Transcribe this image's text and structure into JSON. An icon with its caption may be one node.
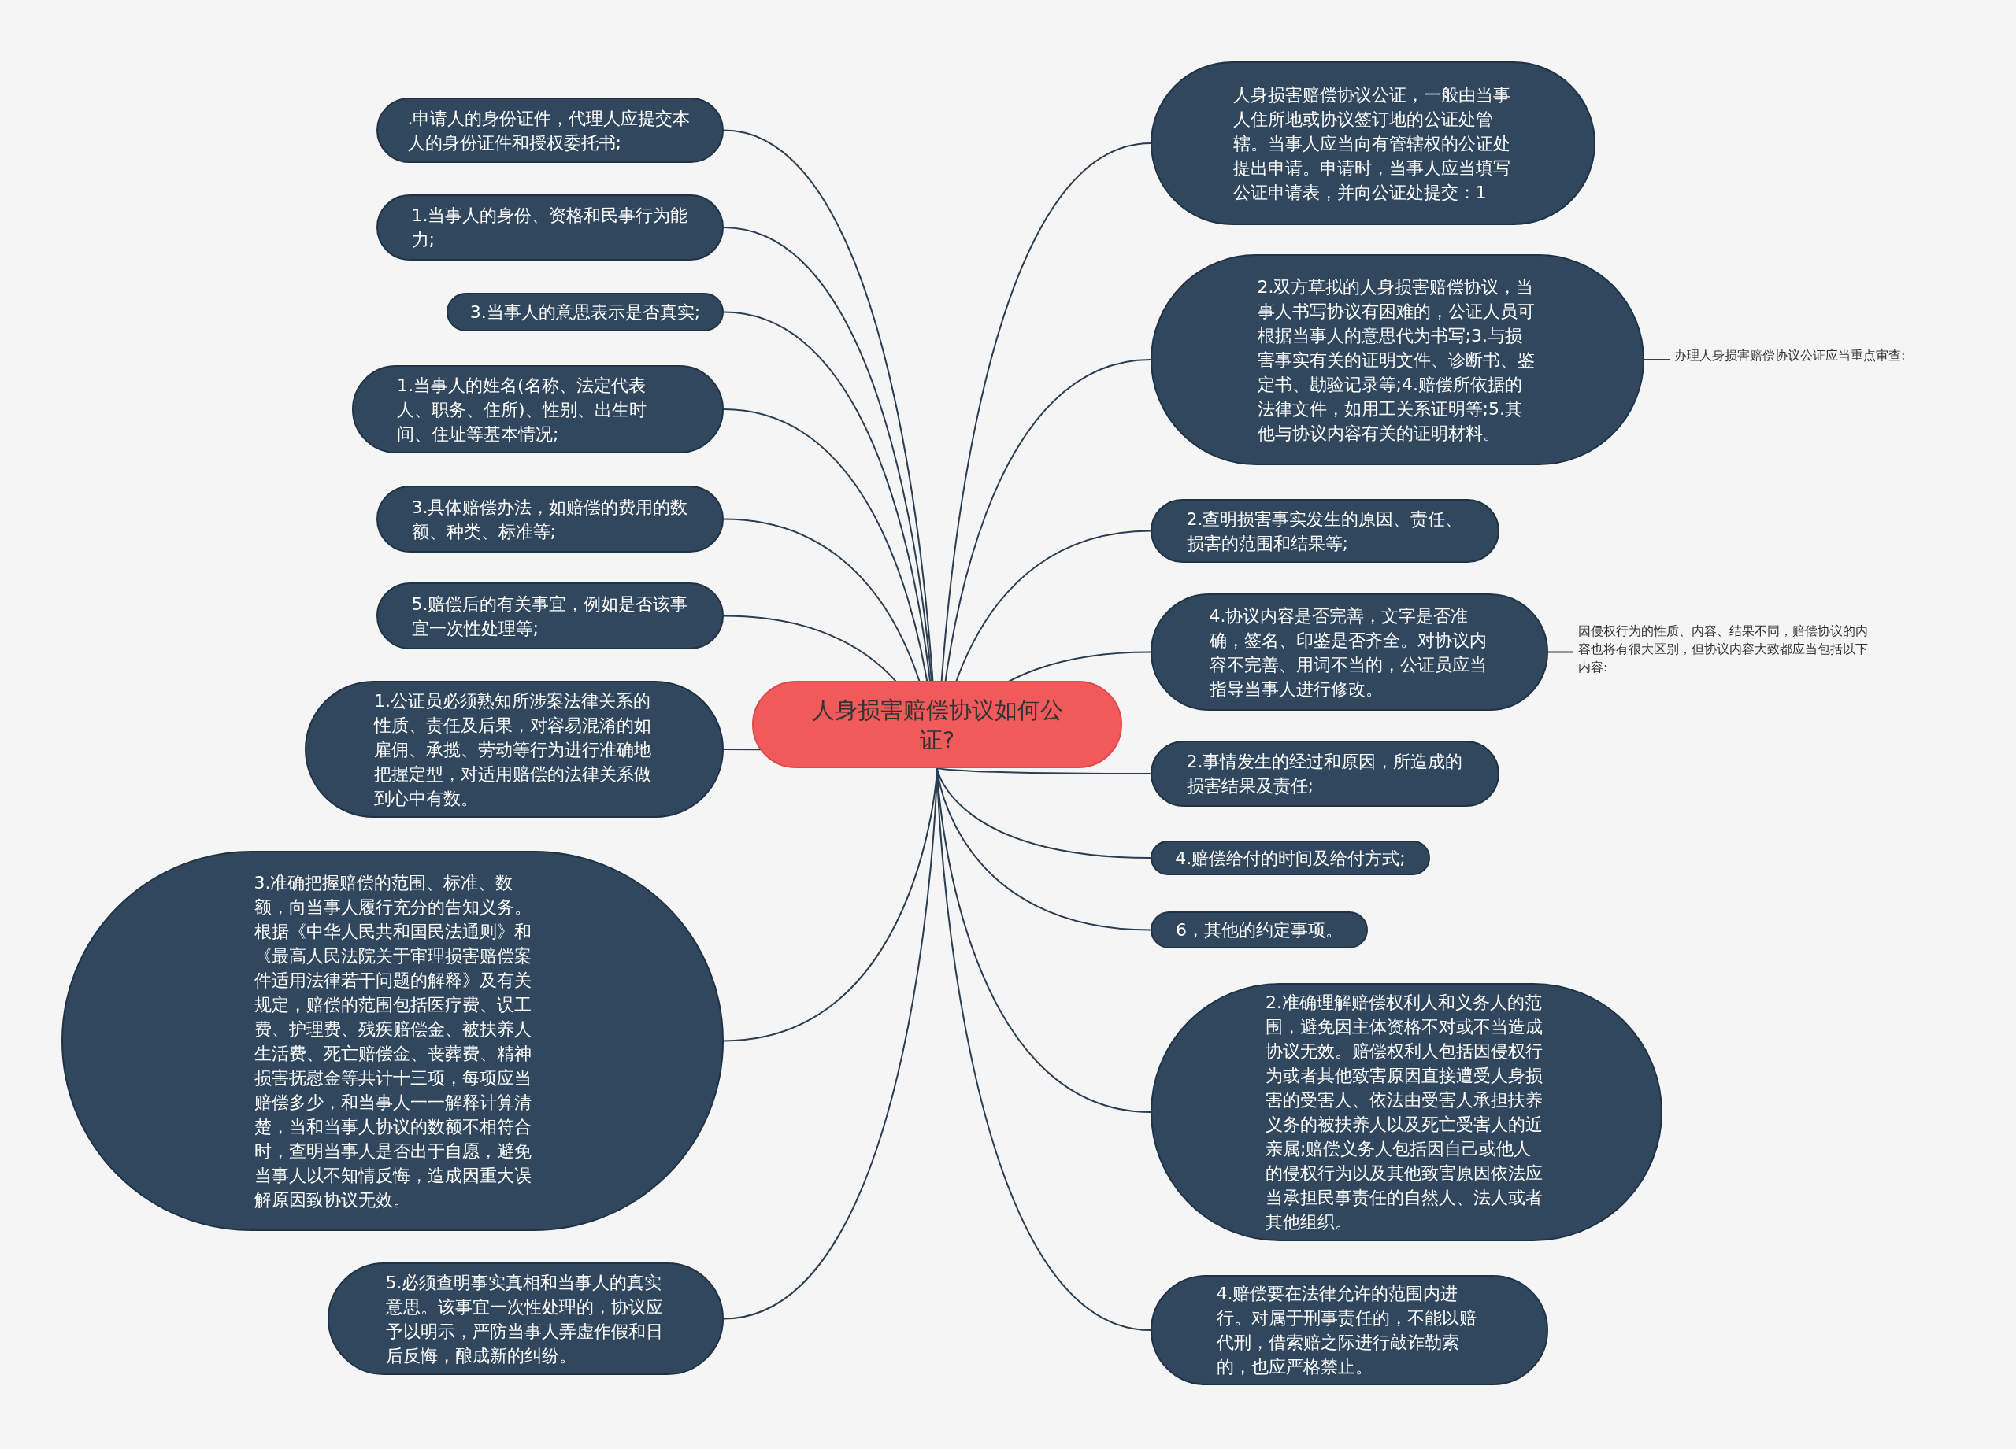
{
  "diagram": {
    "nodes": [
      {
        "text": [
          "人身损害赔偿协议如何公证?"
        ]
      },
      {
        "text": [
          ".申请人的身份证件，代理人应提交本人的身份证件和授权委托书;"
        ]
      },
      {
        "text": [
          "1.当事人的身份、资格和民事行为能力;"
        ]
      },
      {
        "text": [
          "3.当事人的意思表示是否真实;"
        ]
      },
      {
        "text": [
          "1.当事人的姓名(名称、法定代表人、职务、住所)、性别、出生时间、住址等基本情况;"
        ]
      },
      {
        "text": [
          "3.具体赔偿办法，如赔偿的费用的数额、种类、标准等;"
        ]
      },
      {
        "text": [
          "5.赔偿后的有关事宜，例如是否该事宜一次性处理等;"
        ]
      },
      {
        "text": [
          "1.公证员必须熟知所涉案法律关系的性质、责任及后果，对容易混淆的如雇佣、承揽、劳动等行为进行准确地把握定型，对适用赔偿的法律关系做到心中有数。"
        ]
      },
      {
        "text": [
          "3.准确把握赔偿的范围、标准、数额，向当事人履行充分的告知义务。根据《中华人民共和国民法通则》和《最高人民法院关于审理损害赔偿案件适用法律若干问题的解释》及有关规定，赔偿的范围包括医疗费、误工费、护理费、残疾赔偿金、被扶养人生活费、死亡赔偿金、丧葬费、精神损害抚慰金等共计十三项，每项应当赔偿多少，和当事人一一解释计算清楚，当和当事人协议的数额不相符合时，查明当事人是否出于自愿，避免当事人以不知情反悔，造成因重大误解原因致协议无效。"
        ]
      },
      {
        "text": [
          "5.必须查明事实真相和当事人的真实意思。该事宜一次性处理的，协议应予以明示，严防当事人弄虚作假和日后反悔，酿成新的纠纷。"
        ]
      },
      {
        "text": [
          "人身损害赔偿协议公证，一般由当事人住所地或协议签订地的公证处管辖。当事人应当向有管辖权的公证处提出申请。申请时，当事人应当填写公证申请表，并向公证处提交：1"
        ]
      },
      {
        "text": [
          "2.双方草拟的人身损害赔偿协议，当事人书写协议有困难的，公证人员可根据当事人的意思代为书写;3.与损害事实有关的证明文件、诊断书、鉴定书、勘验记录等;4.赔偿所依据的法律文件，如用工关系证明等;5.其他与协议内容有关的证明材料。"
        ]
      },
      {
        "text": [
          "2.查明损害事实发生的原因、责任、损害的范围和结果等;"
        ]
      },
      {
        "text": [
          "4.协议内容是否完善，文字是否准确，签名、印鉴是否齐全。对协议内容不完善、用词不当的，公证员应当指导当事人进行修改。"
        ]
      },
      {
        "text": [
          "2.事情发生的经过和原因，所造成的损害结果及责任;"
        ]
      },
      {
        "text": [
          "4.赔偿给付的时间及给付方式;"
        ]
      },
      {
        "text": [
          "6，其他的约定事项。"
        ]
      },
      {
        "text": [
          "2.准确理解赔偿权利人和义务人的范围，避免因主体资格不对或不当造成协议无效。赔偿权利人包括因侵权行为或者其他致害原因直接遭受人身损害的受害人、依法由受害人承担扶养义务的被扶养人以及死亡受害人的近亲属;赔偿义务人包括因自己或他人的侵权行为以及其他致害原因依法应当承担民事责任的自然人、法人或者其他组织。"
        ]
      },
      {
        "text": [
          "4.赔偿要在法律允许的范围内进行。对属于刑事责任的，不能以赔代刑，借索赔之际进行敲诈勒索的，也应严格禁止。"
        ]
      },
      {
        "text": [
          "办理人身损害赔偿协议公证应当重点审查:"
        ]
      },
      {
        "text": [
          "因侵权行为的性质、内容、结果不同，赔偿协议的内容也将有很大区别，但协议内容大致都应当包括以下内容:"
        ]
      }
    ],
    "edges": [
      {
        "from": 0,
        "to": 1,
        "arrow": "none"
      },
      {
        "from": 0,
        "to": 2,
        "arrow": "none"
      },
      {
        "from": 0,
        "to": 3,
        "arrow": "none"
      },
      {
        "from": 0,
        "to": 4,
        "arrow": "none"
      },
      {
        "from": 0,
        "to": 5,
        "arrow": "none"
      },
      {
        "from": 0,
        "to": 6,
        "arrow": "none"
      },
      {
        "from": 0,
        "to": 7,
        "arrow": "none"
      },
      {
        "from": 0,
        "to": 8,
        "arrow": "none"
      },
      {
        "from": 0,
        "to": 9,
        "arrow": "none"
      },
      {
        "from": 0,
        "to": 10,
        "arrow": "none"
      },
      {
        "from": 0,
        "to": 11,
        "arrow": "none"
      },
      {
        "from": 0,
        "to": 12,
        "arrow": "none"
      },
      {
        "from": 0,
        "to": 13,
        "arrow": "none"
      },
      {
        "from": 0,
        "to": 14,
        "arrow": "none"
      },
      {
        "from": 0,
        "to": 15,
        "arrow": "none"
      },
      {
        "from": 0,
        "to": 16,
        "arrow": "none"
      },
      {
        "from": 0,
        "to": 17,
        "arrow": "none"
      },
      {
        "from": 0,
        "to": 18,
        "arrow": "none"
      },
      {
        "from": 11,
        "to": 19,
        "arrow": "none"
      },
      {
        "from": 13,
        "to": 20,
        "arrow": "none"
      }
    ]
  }
}
